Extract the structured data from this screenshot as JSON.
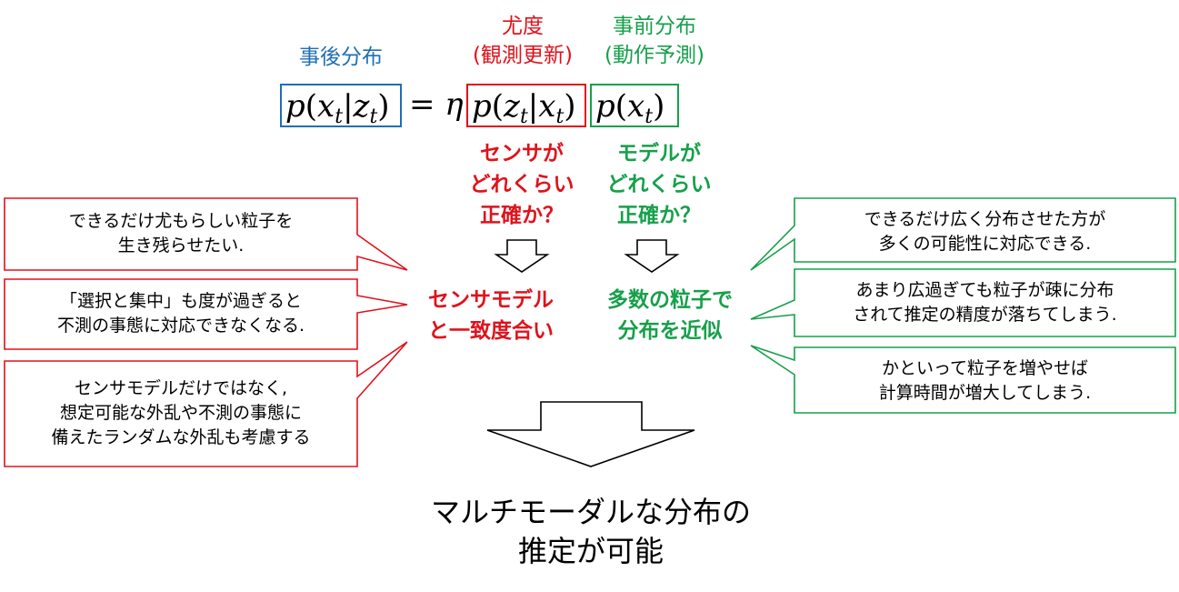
{
  "colors": {
    "blue": "#1f6fb5",
    "red": "#e0121b",
    "green": "#16a04a",
    "black": "#000000"
  },
  "labels": {
    "posterior": "事後分布",
    "likelihood": "尤度\n(観測更新)",
    "prior": "事前分布\n(動作予測)"
  },
  "formula": {
    "posterior_func": "p",
    "posterior_var": "x",
    "posterior_sub": "t",
    "posterior_cond": "z",
    "posterior_cond_sub": "t",
    "equals_eta": "= η",
    "likelihood_func": "p",
    "likelihood_var": "z",
    "likelihood_sub": "t",
    "likelihood_cond": "x",
    "likelihood_cond_sub": "t",
    "prior_func": "p",
    "prior_var": "x",
    "prior_sub": "t"
  },
  "questions": {
    "sensor": "センサが\nどれくらい\n正確か？",
    "model": "モデルが\nどれくらい\n正確か？"
  },
  "middle": {
    "left": "センサモデル\nと一致度合い",
    "right": "多数の粒子で\n分布を近似"
  },
  "callouts": {
    "left": [
      "できるだけ尤もらしい粒子を\n生き残らせたい.",
      "「選択と集中」も度が過ぎると\n不測の事態に対応できなくなる.",
      "センサモデルだけではなく,\n想定可能な外乱や不測の事態に\n備えたランダムな外乱も考慮する"
    ],
    "right": [
      "できるだけ広く分布させた方が\n多くの可能性に対応できる.",
      "あまり広過ぎても粒子が疎に分布\nされて推定の精度が落ちてしまう.",
      "かといって粒子を増やせば\n計算時間が増大してしまう."
    ]
  },
  "result": "マルチモーダルな分布の\n推定が可能"
}
